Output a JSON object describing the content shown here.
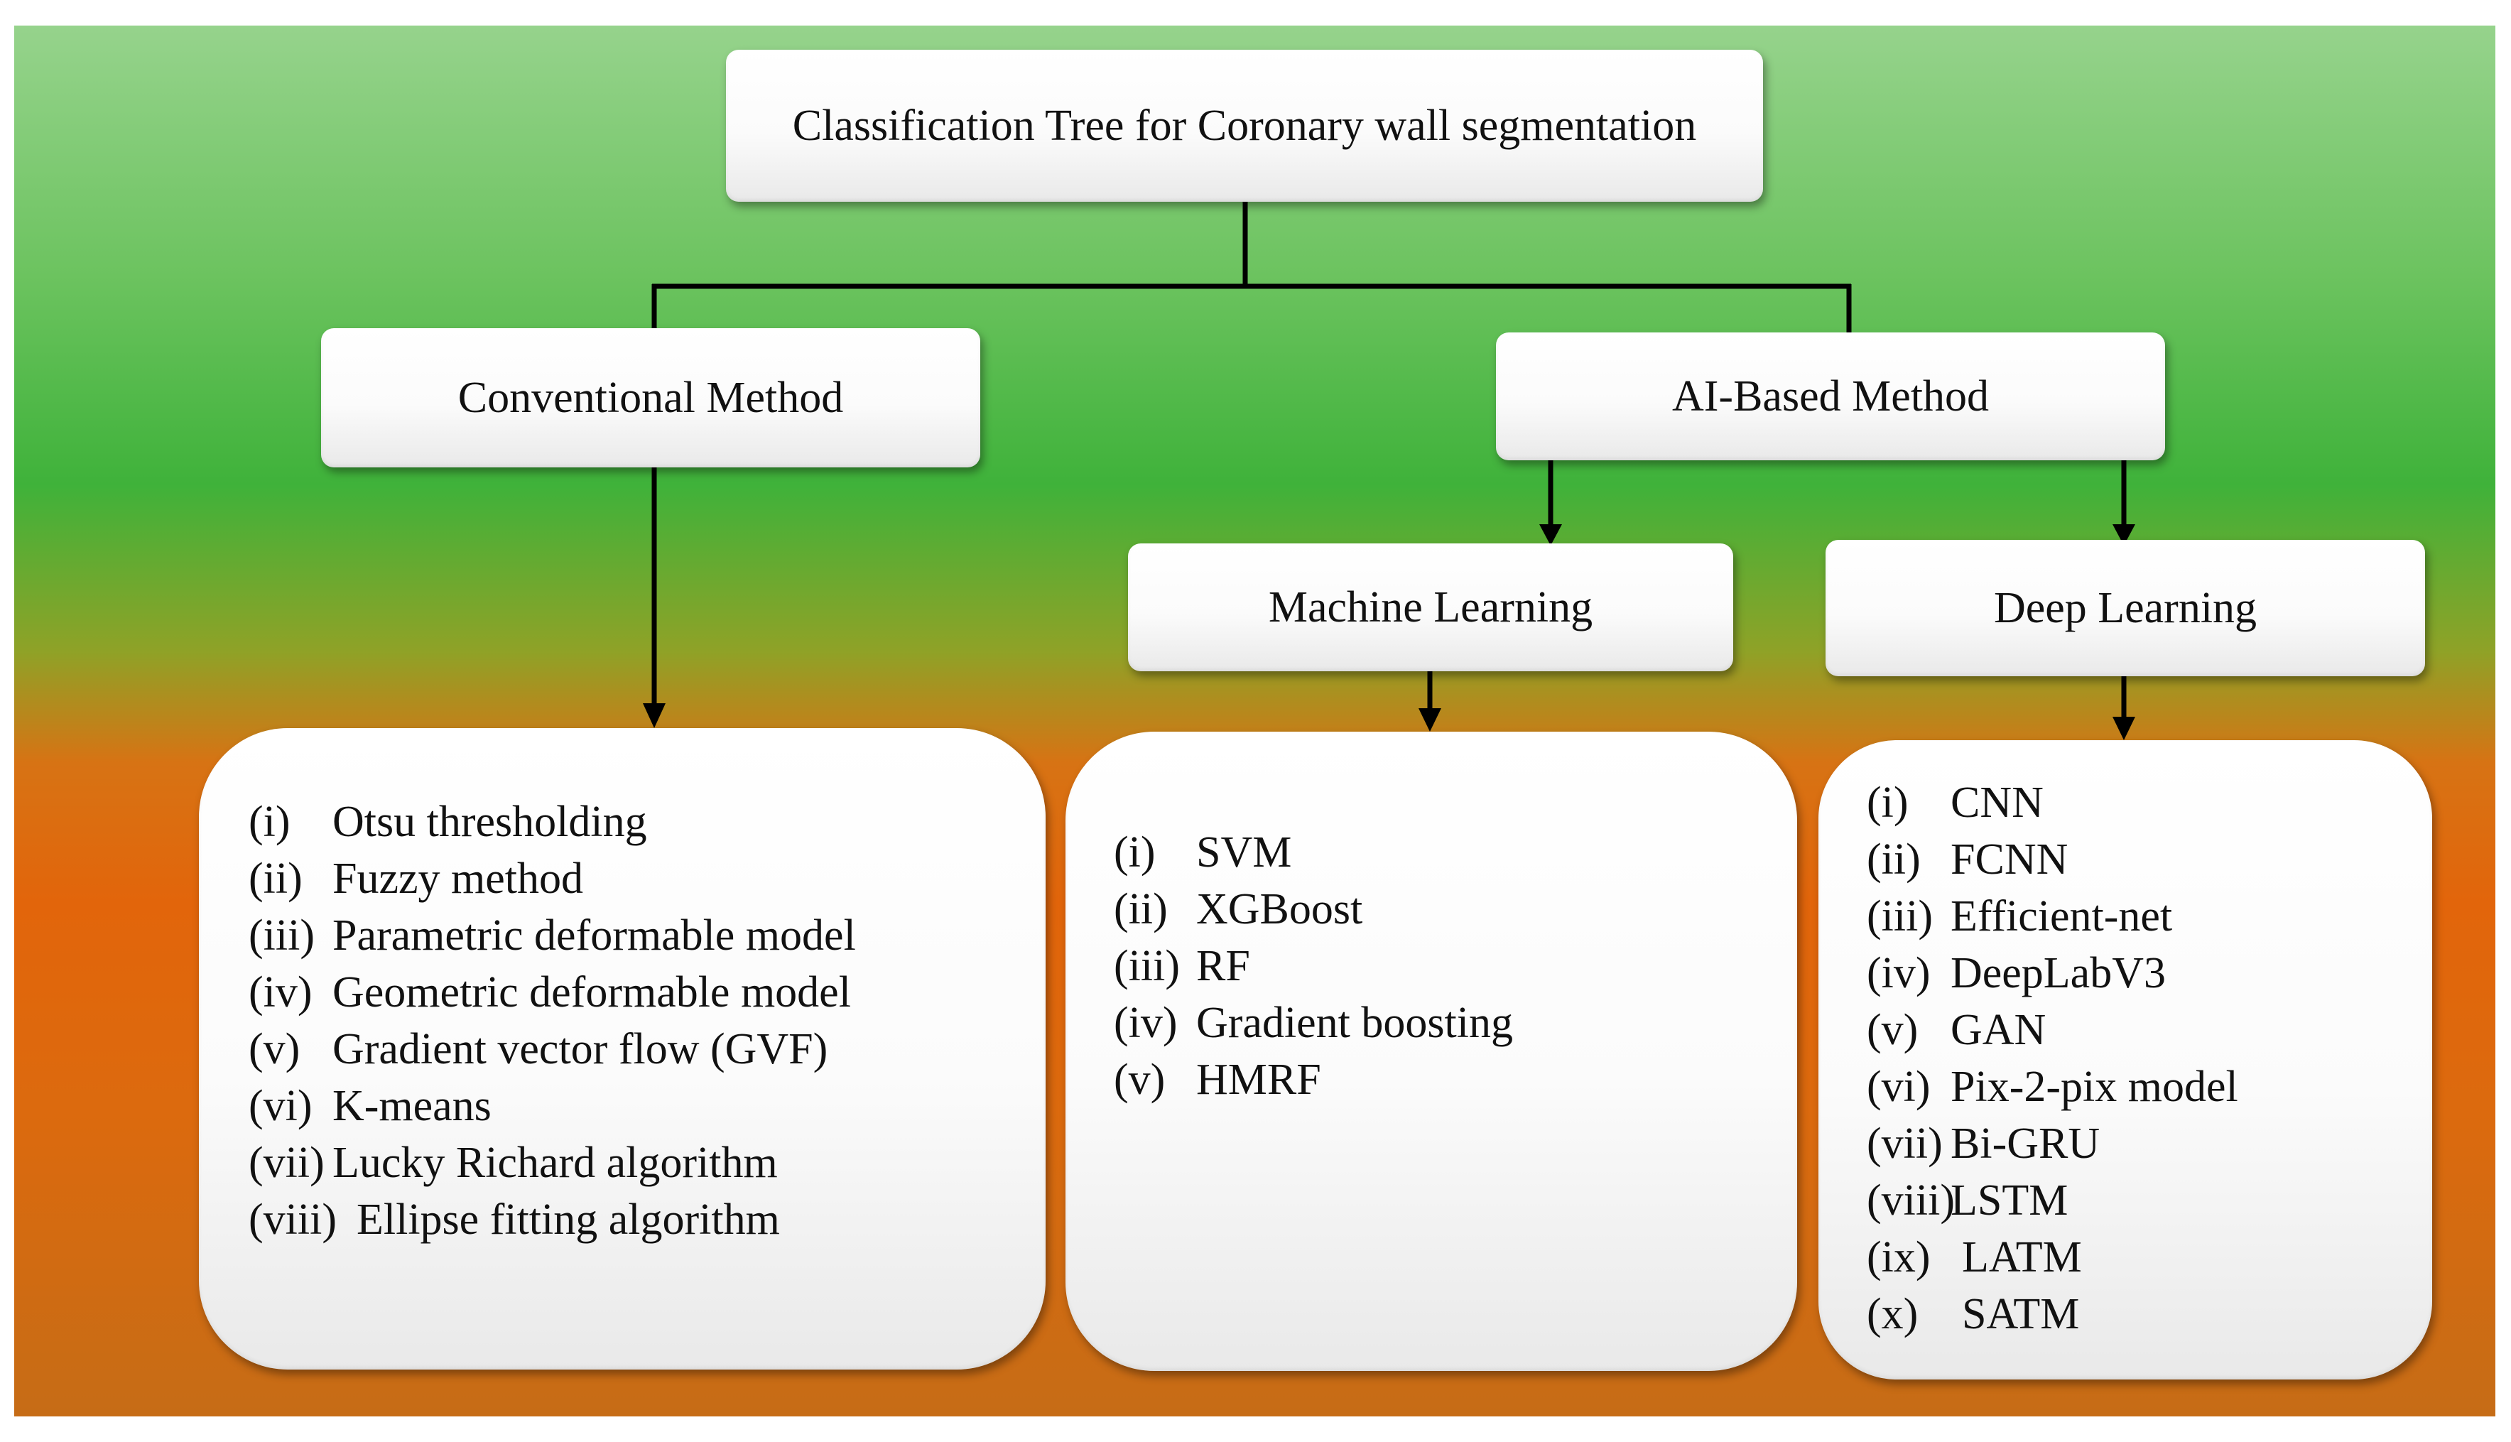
{
  "root": {
    "title": "Classification Tree for Coronary wall segmentation"
  },
  "level1": {
    "conventional": "Conventional Method",
    "ai": "AI-Based Method"
  },
  "level2": {
    "ml": "Machine Learning",
    "dl": "Deep Learning"
  },
  "lists": {
    "conventional": [
      {
        "num": "(i)",
        "text": "Otsu thresholding"
      },
      {
        "num": "(ii)",
        "text": "Fuzzy  method"
      },
      {
        "num": "(iii)",
        "text": "Parametric deformable model"
      },
      {
        "num": "(iv)",
        "text": "Geometric deformable model"
      },
      {
        "num": "(v)",
        "text": "Gradient vector flow (GVF)"
      },
      {
        "num": "(vi)",
        "text": "K-means"
      },
      {
        "num": "(vii)",
        "text": "Lucky Richard algorithm"
      },
      {
        "num": "(viii)",
        "text": "Ellipse  fitting algorithm"
      }
    ],
    "ml": [
      {
        "num": "(i)",
        "text": "SVM"
      },
      {
        "num": "(ii)",
        "text": "XGBoost"
      },
      {
        "num": "(iii)",
        "text": "RF"
      },
      {
        "num": "(iv)",
        "text": "Gradient boosting"
      },
      {
        "num": "(v)",
        "text": "HMRF"
      }
    ],
    "dl": [
      {
        "num": "(i)",
        "text": "CNN"
      },
      {
        "num": "(ii)",
        "text": "FCNN"
      },
      {
        "num": "(iii)",
        "text": "Efficient-net"
      },
      {
        "num": "(iv)",
        "text": "DeepLabV3"
      },
      {
        "num": "(v)",
        "text": "GAN"
      },
      {
        "num": "(vi)",
        "text": "Pix-2-pix model"
      },
      {
        "num": "(vii)",
        "text": "Bi-GRU"
      },
      {
        "num": "(viii)",
        "text": "LSTM"
      },
      {
        "num": "(ix)",
        "text": "LATM"
      },
      {
        "num": "(x)",
        "text": "SATM"
      }
    ]
  },
  "colors": {
    "connector": "#000000",
    "gradient_top": "#96d38c",
    "gradient_mid_green": "#3fb23a",
    "gradient_orange": "#e2650b"
  }
}
